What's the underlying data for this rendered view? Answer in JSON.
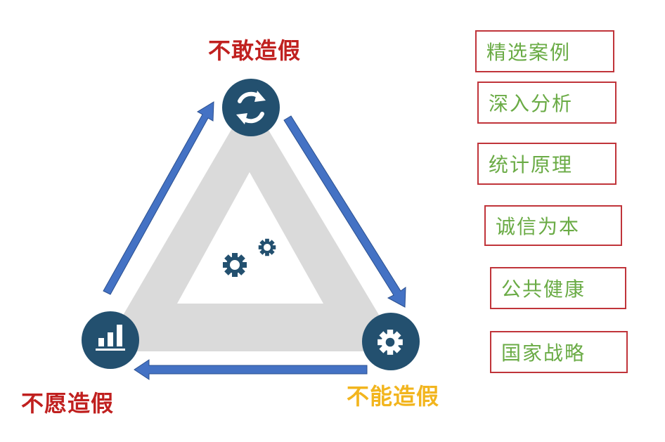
{
  "nodes": {
    "top": {
      "label": "不敢造假",
      "color": "#c0201f"
    },
    "left": {
      "label": "不愿造假",
      "color": "#c0201f"
    },
    "right": {
      "label": "不能造假",
      "color": "#f2b51e"
    }
  },
  "boxes": [
    {
      "label": "精选案例"
    },
    {
      "label": "深入分析"
    },
    {
      "label": "统计原理"
    },
    {
      "label": "诚信为本"
    },
    {
      "label": "公共健康"
    },
    {
      "label": "国家战略"
    }
  ],
  "colors": {
    "circle": "#23506f",
    "arrow": "#4472c4",
    "arrow_edge": "#2a4f8f",
    "triangle": "#dadada",
    "box_border": "#c0343a",
    "box_text": "#6aab45"
  },
  "icons": {
    "top": "refresh-icon",
    "left": "bar-chart-icon",
    "right": "gear-icon",
    "center": "gears-icon"
  }
}
